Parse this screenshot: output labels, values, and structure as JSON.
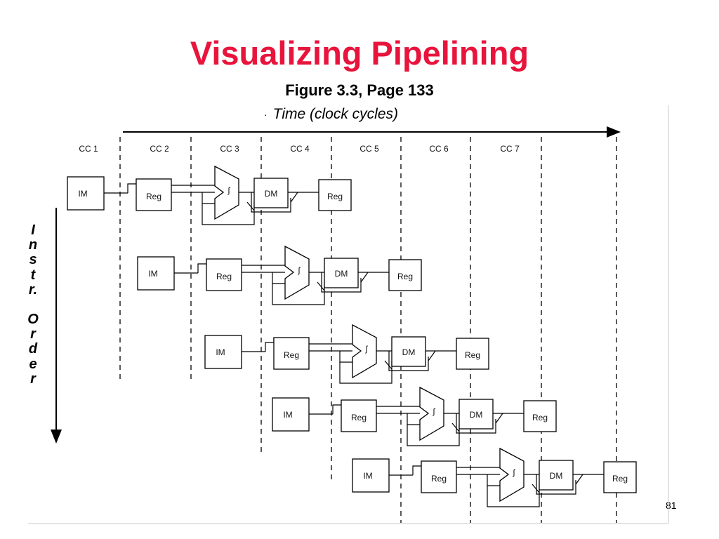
{
  "slide": {
    "title": "Visualizing Pipelining",
    "subtitle": "Figure 3.3, Page 133",
    "time_axis_label": "Time (clock cycles)",
    "time_bullet": "·",
    "order_label": [
      "I",
      "n",
      "s",
      "t",
      "r.",
      "",
      "O",
      "r",
      "d",
      "e",
      "r"
    ],
    "slide_number": "81"
  },
  "diagram": {
    "clock_cycles": [
      "CC 1",
      "CC 2",
      "CC 3",
      "CC 4",
      "CC 5",
      "CC 6",
      "CC 7"
    ],
    "instructions": [
      {
        "stages": [
          "IM",
          "Reg",
          "ALU",
          "DM",
          "Reg"
        ]
      },
      {
        "stages": [
          "IM",
          "Reg",
          "ALU",
          "DM",
          "Reg"
        ]
      },
      {
        "stages": [
          "IM",
          "Reg",
          "ALU",
          "DM",
          "Reg"
        ]
      },
      {
        "stages": [
          "IM",
          "Reg",
          "ALU",
          "DM",
          "Reg"
        ]
      },
      {
        "stages": [
          "IM",
          "Reg",
          "ALU",
          "DM",
          "Reg"
        ]
      }
    ],
    "colors": {
      "title": "#e8143c",
      "lines": "#000000"
    }
  }
}
